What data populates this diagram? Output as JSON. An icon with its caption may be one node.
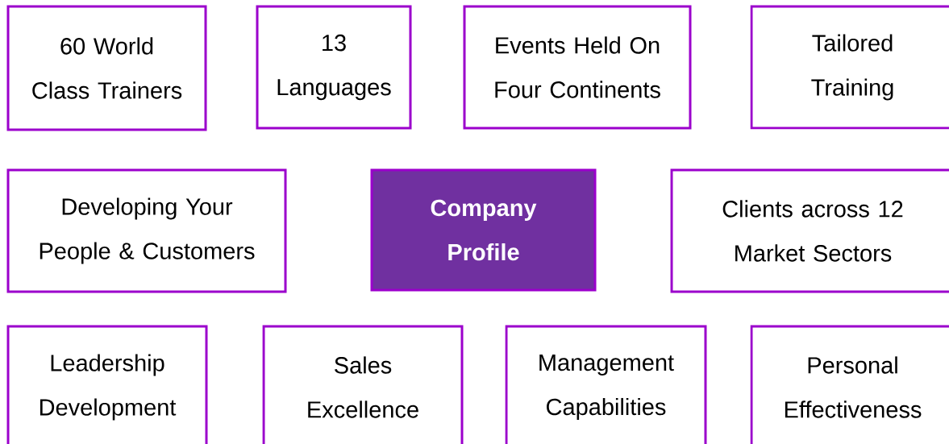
{
  "diagram": {
    "nodes": [
      {
        "text": [
          "60 World Class Trainers"
        ]
      },
      {
        "text": [
          "13 Languages"
        ]
      },
      {
        "text": [
          "Events Held On Four Continents"
        ]
      },
      {
        "text": [
          "Tailored Training"
        ]
      },
      {
        "text": [
          "Developing Your People & Customers"
        ]
      },
      {
        "text": [
          "Company Profile"
        ]
      },
      {
        "text": [
          "Clients across 12 Market Sectors"
        ]
      },
      {
        "text": [
          "Leadership Development"
        ]
      },
      {
        "text": [
          "Sales Excellence"
        ]
      },
      {
        "text": [
          "Management Capabilities"
        ]
      },
      {
        "text": [
          "Personal Effectiveness"
        ]
      }
    ]
  }
}
